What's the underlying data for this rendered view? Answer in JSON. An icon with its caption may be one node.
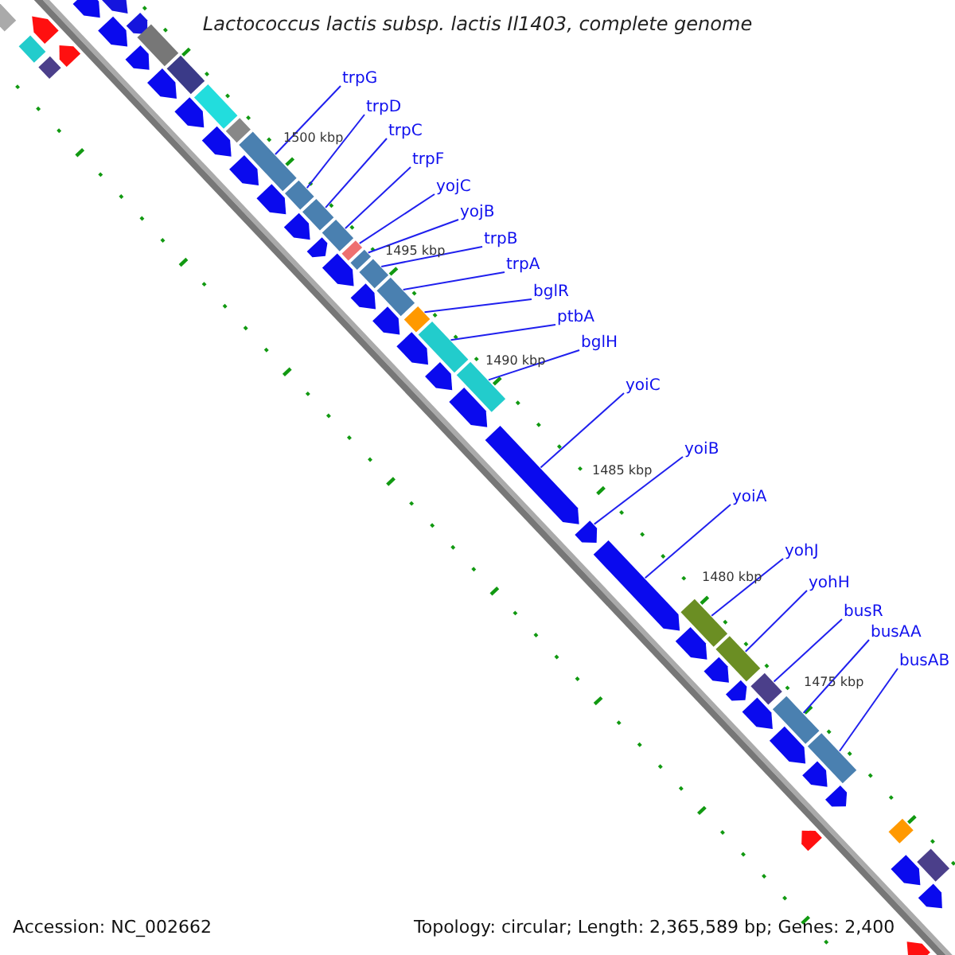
{
  "diagram": {
    "title": "Lactococcus lactis subsp. lactis Il1403, complete genome",
    "nodes": [
      {
        "text": [
          "trpG"
        ]
      },
      {
        "text": [
          "trpD"
        ]
      },
      {
        "text": [
          "trpC"
        ]
      },
      {
        "text": [
          "trpF"
        ]
      },
      {
        "text": [
          "yojC"
        ]
      },
      {
        "text": [
          "yojB"
        ]
      },
      {
        "text": [
          "trpB"
        ]
      },
      {
        "text": [
          "trpA"
        ]
      },
      {
        "text": [
          "bglR"
        ]
      },
      {
        "text": [
          "ptbA"
        ]
      },
      {
        "text": [
          "bglH"
        ]
      },
      {
        "text": [
          "yoiC"
        ]
      },
      {
        "text": [
          "yoiB"
        ]
      },
      {
        "text": [
          "yoiA"
        ]
      },
      {
        "text": [
          "yohJ"
        ]
      },
      {
        "text": [
          "yohH"
        ]
      },
      {
        "text": [
          "busR"
        ]
      },
      {
        "text": [
          "busAA"
        ]
      },
      {
        "text": [
          "busAB"
        ]
      },
      {
        "text": [],
        "shape": "bar"
      },
      {
        "text": [],
        "shape": "bar"
      },
      {
        "text": [],
        "shape": "bar"
      },
      {
        "text": [],
        "shape": "bar"
      },
      {
        "text": [],
        "shape": "bar"
      },
      {
        "text": [],
        "shape": "bar"
      },
      {
        "text": [],
        "shape": "bar"
      },
      {
        "text": [],
        "shape": "bar"
      },
      {
        "text": [],
        "shape": "bar"
      },
      {
        "text": [],
        "shape": "bar"
      },
      {
        "text": [],
        "shape": "bar"
      },
      {
        "text": [],
        "shape": "bar"
      },
      {
        "text": [],
        "shape": "bar"
      },
      {
        "text": [],
        "shape": "bar"
      },
      {
        "text": [],
        "shape": "bar"
      },
      {
        "text": [],
        "shape": "bar"
      },
      {
        "text": [],
        "shape": "bar"
      },
      {
        "text": [],
        "shape": "bar"
      },
      {
        "text": [],
        "shape": "bar"
      },
      {
        "text": [],
        "shape": "bar"
      },
      {
        "text": [],
        "shape": "bar"
      },
      {
        "text": [],
        "shape": "bar"
      },
      {
        "text": [],
        "shape": "bar"
      },
      {
        "text": [],
        "shape": "bar"
      },
      {
        "text": [],
        "shape": "bar"
      },
      {
        "text": [],
        "shape": "bar"
      },
      {
        "text": [],
        "shape": "bar"
      },
      {
        "text": [],
        "shape": "bar"
      },
      {
        "text": [],
        "shape": "bar"
      },
      {
        "text": [],
        "shape": "bar"
      },
      {
        "text": [],
        "shape": "bar"
      },
      {
        "text": [],
        "shape": "bar"
      },
      {
        "text": [],
        "shape": "bar"
      },
      {
        "text": [],
        "shape": "bar"
      },
      {
        "text": [],
        "shape": "bar"
      },
      {
        "text": [],
        "shape": "bar"
      },
      {
        "text": [],
        "shape": "bar"
      },
      {
        "text": [],
        "shape": "bar"
      },
      {
        "text": [],
        "shape": "bar"
      },
      {
        "text": [],
        "shape": "bar"
      },
      {
        "text": [],
        "shape": "bar"
      },
      {
        "text": [],
        "shape": "bar"
      },
      {
        "text": [],
        "shape": "bar"
      },
      {
        "text": [],
        "shape": "bar"
      },
      {
        "text": [],
        "shape": "bar"
      },
      {
        "text": [],
        "shape": "bar"
      },
      {
        "text": [],
        "shape": "bar"
      },
      {
        "text": [],
        "shape": "bar"
      },
      {
        "text": [],
        "shape": "bar"
      },
      {
        "text": [],
        "shape": "bar"
      },
      {
        "text": [],
        "shape": "bar"
      },
      {
        "text": [],
        "shape": "bar"
      },
      {
        "text": [],
        "shape": "bar"
      },
      {
        "text": [],
        "shape": "bar"
      },
      {
        "text": [],
        "shape": "bar"
      },
      {
        "text": [],
        "shape": "bar"
      },
      {
        "text": [],
        "shape": "bar"
      },
      {
        "text": [],
        "shape": "bar"
      },
      {
        "text": [],
        "shape": "bar"
      }
    ],
    "edges": [
      {
        "from": 0,
        "to": 19,
        "arrow": "none"
      },
      {
        "from": 1,
        "to": 20,
        "arrow": "none"
      },
      {
        "from": 2,
        "to": 21,
        "arrow": "none"
      },
      {
        "from": 3,
        "to": 22,
        "arrow": "none"
      },
      {
        "from": 4,
        "to": 23,
        "arrow": "none"
      },
      {
        "from": 5,
        "to": 24,
        "arrow": "none"
      },
      {
        "from": 6,
        "to": 25,
        "arrow": "none"
      },
      {
        "from": 7,
        "to": 26,
        "arrow": "none"
      },
      {
        "from": 8,
        "to": 27,
        "arrow": "none"
      },
      {
        "from": 9,
        "to": 28,
        "arrow": "none"
      },
      {
        "from": 10,
        "to": 29,
        "arrow": "none"
      },
      {
        "from": 11,
        "to": 30,
        "arrow": "none"
      },
      {
        "from": 12,
        "to": 31,
        "arrow": "none"
      },
      {
        "from": 13,
        "to": 32,
        "arrow": "none"
      },
      {
        "from": 14,
        "to": 33,
        "arrow": "none"
      },
      {
        "from": 15,
        "to": 34,
        "arrow": "none"
      },
      {
        "from": 16,
        "to": 35,
        "arrow": "none"
      },
      {
        "from": 17,
        "to": 36,
        "arrow": "none"
      },
      {
        "from": 18,
        "to": 37,
        "arrow": "none"
      }
    ],
    "labels": [
      "1500 kbp",
      "1495 kbp",
      "1490 kbp",
      "1485 kbp",
      "1480 kbp",
      "1475 kbp",
      "Accession: NC_002662",
      "Topology: circular; Length: 2,365,589 bp; Genes: 2,400"
    ]
  }
}
